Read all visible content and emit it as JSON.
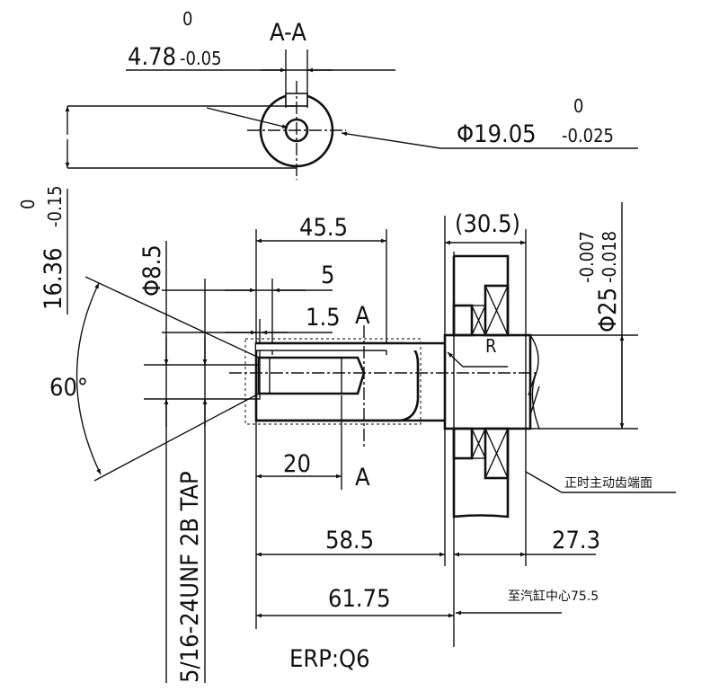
{
  "section": {
    "title": "A-A",
    "keyway_width": {
      "nominal": "4.78",
      "upper": "0",
      "lower": "-0.05"
    },
    "shaft_diameter": {
      "nominal": "Φ19.05",
      "upper": "0",
      "lower": "-0.025"
    },
    "key_height": {
      "nominal": "16.36",
      "upper": "0",
      "lower": "-0.15"
    }
  },
  "main_view": {
    "dim_45_5": "45.5",
    "dim_5": "5",
    "dim_1_5": "1.5",
    "dim_20": "20",
    "dim_30_5": "(30.5)",
    "dim_58_5": "58.5",
    "dim_27_3": "27.3",
    "dim_61_75": "61.75",
    "bore_dia": "Φ8.5",
    "chamfer_angle": "60°",
    "thread_spec": "5/16-24UNF 2B TAP",
    "shaft_dia": {
      "nominal": "Φ25",
      "upper": "-0.007",
      "lower": "-0.018"
    },
    "section_mark": "A",
    "radius_mark": "R",
    "timing_gear_face": "正时主动齿端面",
    "to_cylinder_center": "至汽缸中心75.5"
  },
  "model_code": "ERP:Q6"
}
